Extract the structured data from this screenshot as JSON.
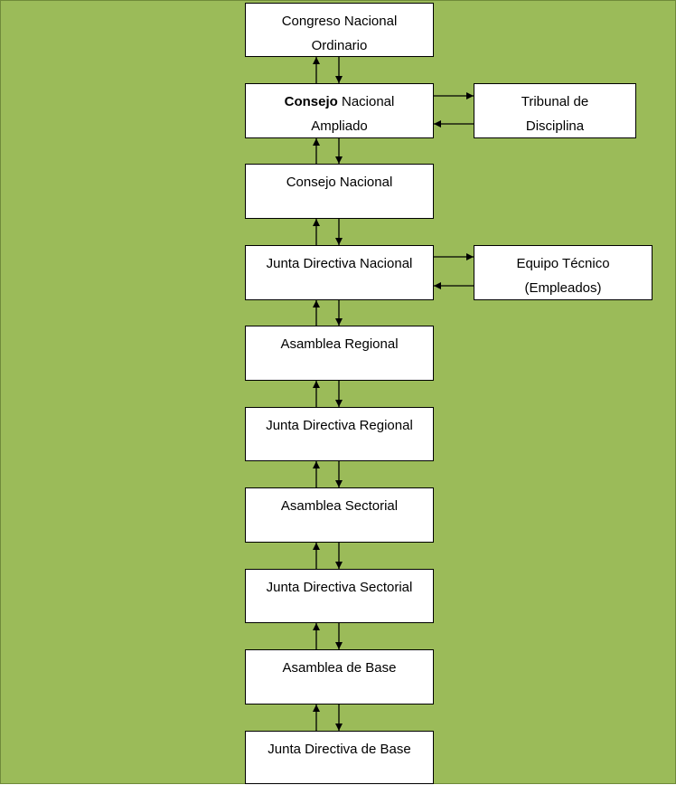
{
  "colors": {
    "background": "#9bbb59",
    "box_fill": "#ffffff",
    "stroke": "#000000"
  },
  "nodes": [
    {
      "id": "congreso",
      "lines": [
        "Congreso Nacional",
        "Ordinario"
      ]
    },
    {
      "id": "consejo-ampliado",
      "bold": "Consejo",
      "rest": " Nacional",
      "line2": "Ampliado"
    },
    {
      "id": "consejo",
      "lines": [
        "Consejo Nacional"
      ]
    },
    {
      "id": "junta-nacional",
      "lines": [
        "Junta Directiva Nacional"
      ]
    },
    {
      "id": "asamblea-regional",
      "lines": [
        "Asamblea Regional"
      ]
    },
    {
      "id": "junta-regional",
      "lines": [
        "Junta Directiva Regional"
      ]
    },
    {
      "id": "asamblea-sectorial",
      "lines": [
        "Asamblea Sectorial"
      ]
    },
    {
      "id": "junta-sectorial",
      "lines": [
        "Junta Directiva Sectorial"
      ]
    },
    {
      "id": "asamblea-base",
      "lines": [
        "Asamblea de Base"
      ]
    },
    {
      "id": "junta-base",
      "lines": [
        "Junta Directiva de Base"
      ]
    },
    {
      "id": "tribunal",
      "lines": [
        "Tribunal de",
        "Disciplina"
      ]
    },
    {
      "id": "equipo-tecnico",
      "lines": [
        "Equipo Técnico",
        "(Empleados)"
      ]
    }
  ],
  "links": [
    {
      "from": "congreso",
      "to": "consejo-ampliado",
      "direction": "both"
    },
    {
      "from": "consejo-ampliado",
      "to": "consejo",
      "direction": "both"
    },
    {
      "from": "consejo",
      "to": "junta-nacional",
      "direction": "both"
    },
    {
      "from": "junta-nacional",
      "to": "asamblea-regional",
      "direction": "both"
    },
    {
      "from": "asamblea-regional",
      "to": "junta-regional",
      "direction": "both"
    },
    {
      "from": "junta-regional",
      "to": "asamblea-sectorial",
      "direction": "both"
    },
    {
      "from": "asamblea-sectorial",
      "to": "junta-sectorial",
      "direction": "both"
    },
    {
      "from": "junta-sectorial",
      "to": "asamblea-base",
      "direction": "both"
    },
    {
      "from": "asamblea-base",
      "to": "junta-base",
      "direction": "both"
    },
    {
      "from": "consejo-ampliado",
      "to": "tribunal",
      "direction": "both"
    },
    {
      "from": "junta-nacional",
      "to": "equipo-tecnico",
      "direction": "both"
    }
  ]
}
